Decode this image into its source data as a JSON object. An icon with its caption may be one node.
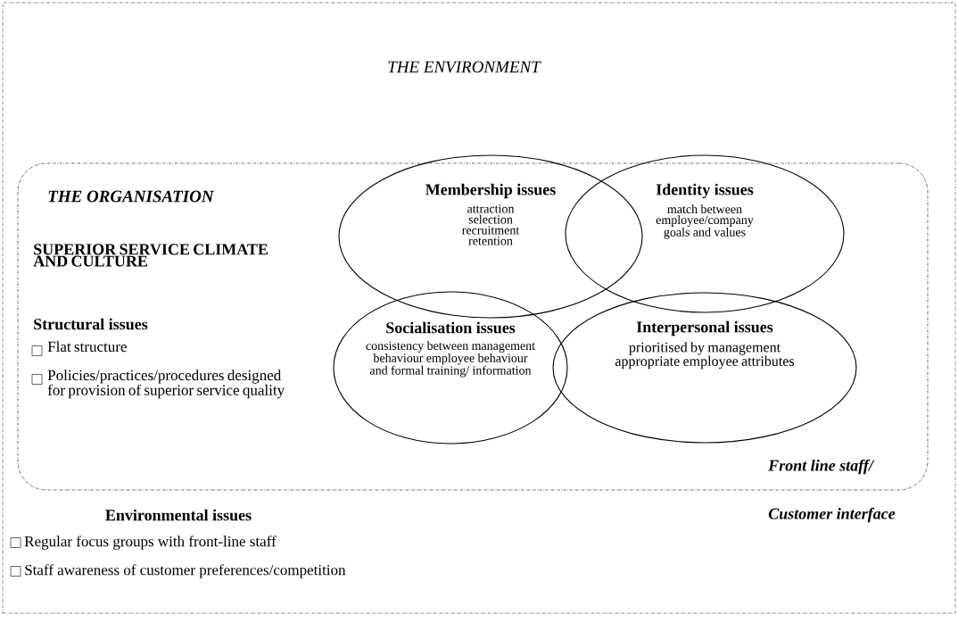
{
  "diagram": {
    "nodes": [
      {
        "text": [
          "THE ENVIRONMENT",
          "Environmental issues",
          "Regular focus groups with front-line staff",
          "Staff awareness of customer preferences/competition"
        ]
      },
      {
        "text": [
          "THE ORGANISATION",
          "SUPERIOR SERVICE CLIMATE AND CULTURE",
          "Structural issues",
          "Flat structure",
          "Policies/practices/procedures designed for provision of superior service quality"
        ],
        "in": 0
      },
      {
        "text": [
          "Membership issues",
          "attraction selection recruitment retention"
        ],
        "in": 1
      },
      {
        "text": [
          "Identity issues",
          "match between employee/company goals and values"
        ],
        "in": 1
      },
      {
        "text": [
          "Socialisation issues",
          "consistency between management behaviour employee behaviour and formal training/ information"
        ],
        "in": 1
      },
      {
        "text": [
          "Interpersonal issues",
          "prioritised by management appropriate employee attributes"
        ],
        "in": 1
      }
    ],
    "labels": [
      "Front line staff/",
      "Customer interface"
    ]
  }
}
